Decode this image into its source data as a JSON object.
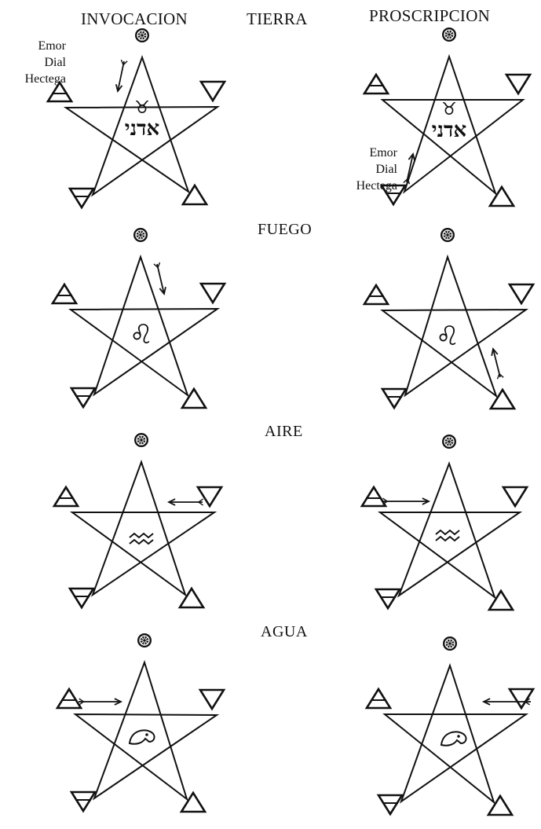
{
  "columns": {
    "invocation": "INVOCACION",
    "banishing": "PROSCRIPCION"
  },
  "elements": {
    "tierra": "TIERRA",
    "fuego": "FUEGO",
    "aire": "AIRE",
    "agua": "AGUA"
  },
  "notes": {
    "invocation": [
      "Emor",
      "Dial",
      "Hectega"
    ],
    "banishing": [
      "Emor",
      "Dial",
      "Hectega"
    ]
  },
  "glyphs": {
    "divine_name": "אדני",
    "taurus": "♉",
    "leo": "♌",
    "aquarius": "≈"
  },
  "icons": {
    "spirit": "spirit-wheel-icon",
    "fire": "fire-triangle-icon",
    "water": "water-triangle-icon",
    "air": "air-triangle-icon",
    "earth": "earth-triangle-icon",
    "arrow": "arrow-icon"
  }
}
